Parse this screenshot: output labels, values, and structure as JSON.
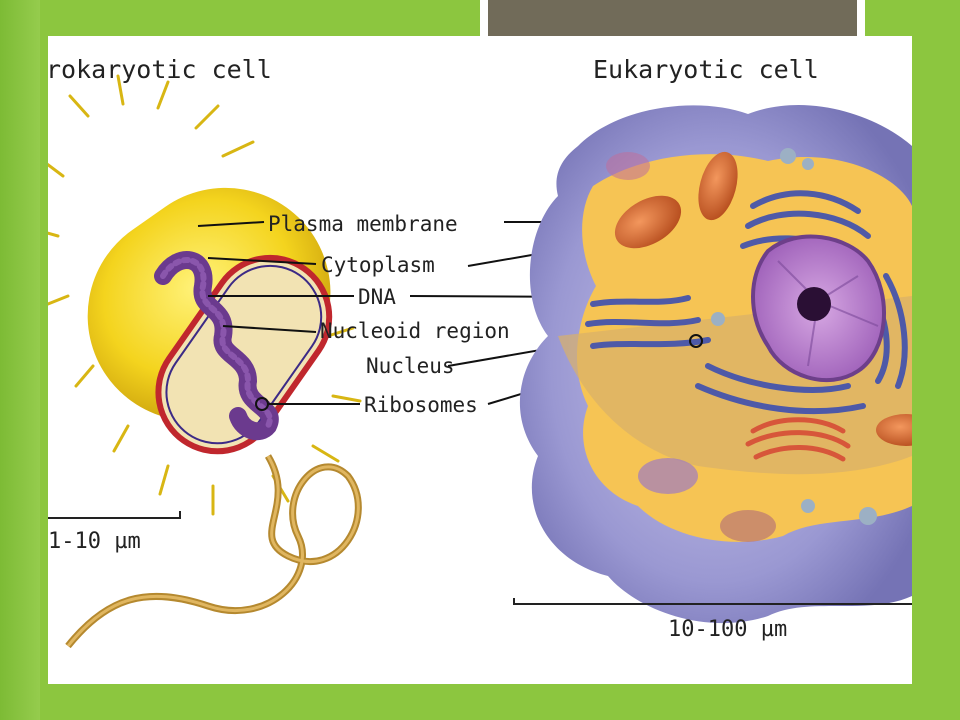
{
  "slide": {
    "background_color": "#8cc63f",
    "title_bar_color": "#716b59"
  },
  "prokaryote": {
    "title": "rokaryotic cell",
    "labels": {
      "plasma_membrane": "Plasma membrane",
      "cytoplasm": "Cytoplasm",
      "dna": "DNA",
      "nucleoid_region": "Nucleoid region",
      "nucleus": "Nucleus",
      "ribosomes": "Ribosomes"
    },
    "scale": "1-10 µm"
  },
  "eukaryote": {
    "title": "Eukaryotic cell",
    "scale": "10-100 µm"
  }
}
